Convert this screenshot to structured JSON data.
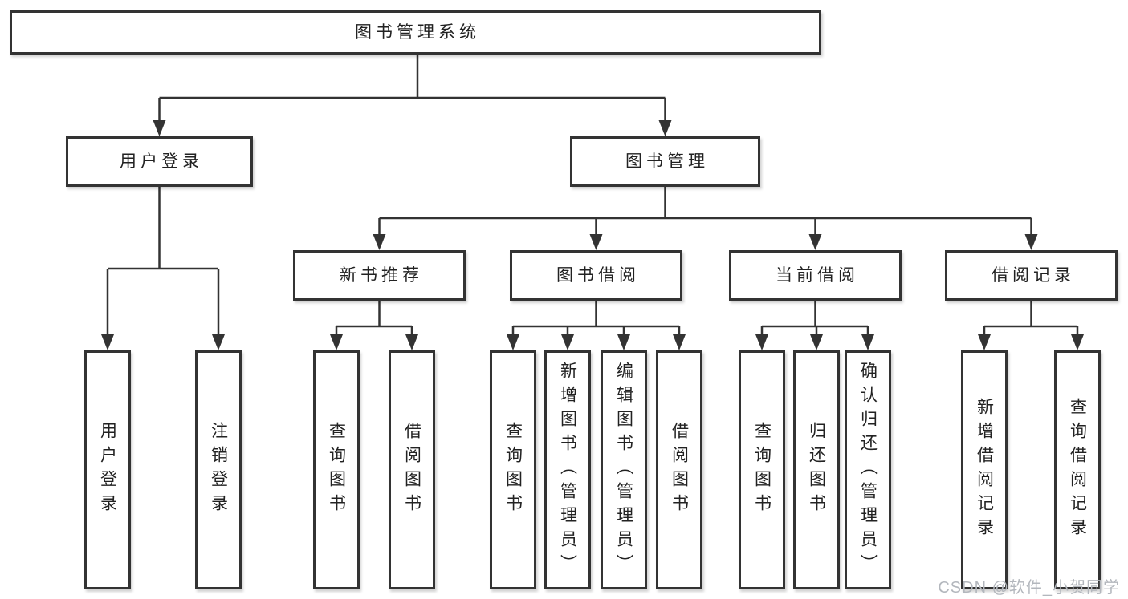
{
  "tree": {
    "root": {
      "label": "图书管理系统"
    },
    "branches": [
      {
        "label": "用户登录",
        "children": [
          {
            "label": "用户登录"
          },
          {
            "label": "注销登录"
          }
        ]
      },
      {
        "label": "图书管理",
        "sections": [
          {
            "label": "新书推荐",
            "children": [
              {
                "label": "查询图书"
              },
              {
                "label": "借阅图书"
              }
            ]
          },
          {
            "label": "图书借阅",
            "children": [
              {
                "label": "查询图书"
              },
              {
                "label": "新增图书（管理员）"
              },
              {
                "label": "编辑图书（管理员）"
              },
              {
                "label": "借阅图书"
              }
            ]
          },
          {
            "label": "当前借阅",
            "children": [
              {
                "label": "查询图书"
              },
              {
                "label": "归还图书"
              },
              {
                "label": "确认归还（管理员）"
              }
            ]
          },
          {
            "label": "借阅记录",
            "children": [
              {
                "label": "新增借阅记录"
              },
              {
                "label": "查询借阅记录"
              }
            ]
          }
        ]
      }
    ]
  },
  "watermark": {
    "text": "CSDN @软件_小贺同学"
  },
  "colors": {
    "line": "#333333",
    "text": "#222222",
    "watermark": "#b3b7bd",
    "background": "#ffffff"
  }
}
